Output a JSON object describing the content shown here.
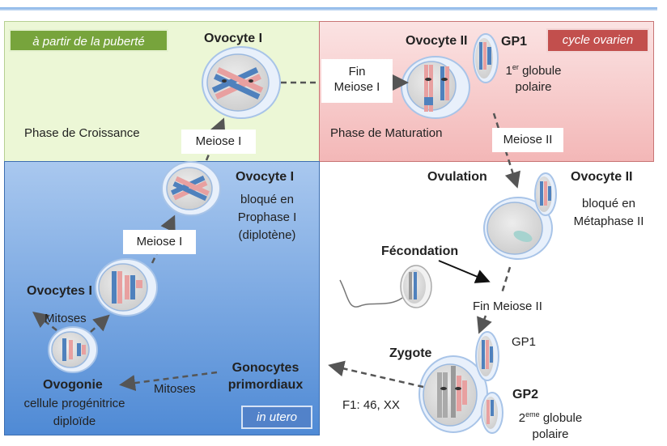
{
  "regions": {
    "puberty_tag": "à partir de la puberté",
    "cycle_tag": "cycle ovarien",
    "utero_tag": "in utero",
    "growth_phase": "Phase de Croissance",
    "maturation_phase": "Phase de Maturation"
  },
  "labels": {
    "oocyte_1_top": "Ovocyte I",
    "oocyte_2_top": "Ovocyte II",
    "gp1_top": "GP1",
    "gp1_top_desc_1": "globule",
    "gp1_top_desc_sup": "er",
    "gp1_top_desc_num": "1",
    "gp1_top_desc_2": "polaire",
    "fin_meiose_1_a": "Fin",
    "fin_meiose_1_b": "Meiose I",
    "meiose_1_top": "Meiose I",
    "meiose_2_right": "Meiose II",
    "oocyte_1_blocked": "Ovocyte I",
    "blocked_in": "bloqué en",
    "prophase": "Prophase I",
    "diplotene": "(diplotène)",
    "meiose_1_mid": "Meiose I",
    "oocytes_1": "Ovocytes I",
    "mitoses_left": "Mitoses",
    "ovogonie": "Ovogonie",
    "progenitor_1": "cellule progénitrice",
    "progenitor_2": "diploïde",
    "mitoses_bottom": "Mitoses",
    "gonocytes_1": "Gonocytes",
    "gonocytes_2": "primordiaux",
    "ovulation": "Ovulation",
    "oocyte_2_right": "Ovocyte II",
    "blocked_in_2": "bloqué en",
    "metaphase": "Métaphase II",
    "fecondation": "Fécondation",
    "fin_meiose_2": "Fin Meiose II",
    "zygote": "Zygote",
    "gp1_bottom": "GP1",
    "gp2": "GP2",
    "gp2_desc_num": "2",
    "gp2_desc_sup": "eme",
    "gp2_desc_1": "globule",
    "gp2_desc_2": "polaire",
    "f1": "F1: 46, XX"
  },
  "colors": {
    "green_region": "#ecf7d6",
    "pink_region": "#f7c9c9",
    "blue_region": "#5b93d8",
    "green_tag": "#76a23c",
    "red_tag": "#c0504d",
    "chrom_blue": "#4f81bd",
    "chrom_pink": "#e8a0a0"
  }
}
